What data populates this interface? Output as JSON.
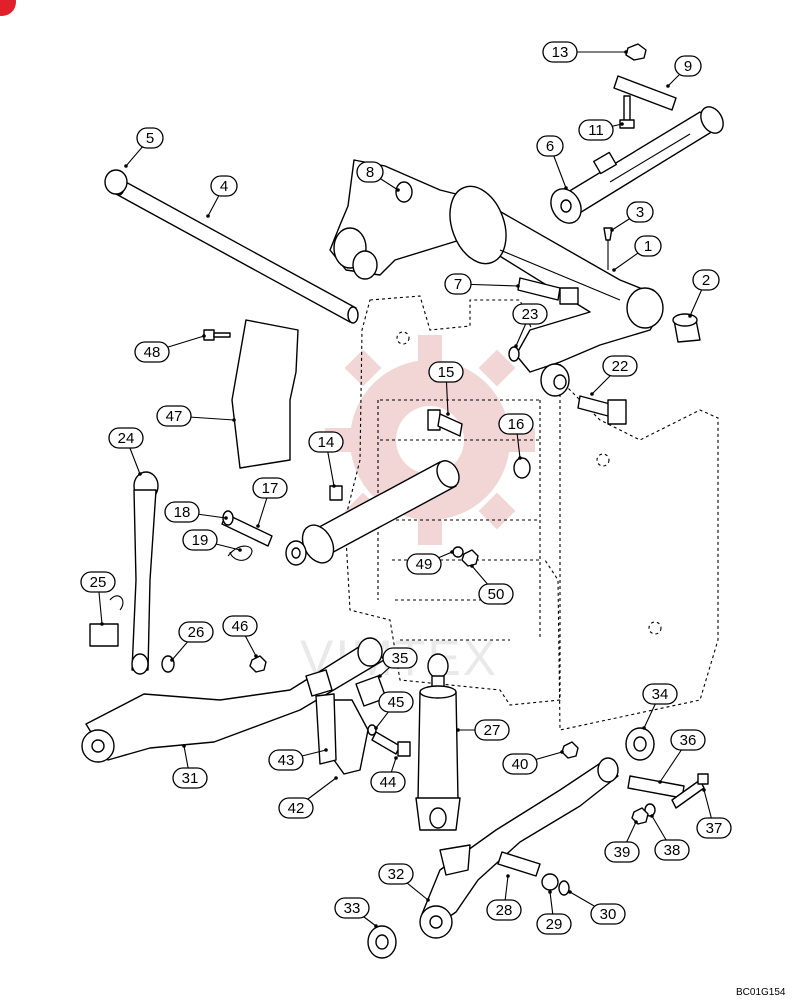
{
  "diagram": {
    "callouts": [
      {
        "n": "13"
      },
      {
        "n": "9"
      },
      {
        "n": "11"
      },
      {
        "n": "6"
      },
      {
        "n": "3"
      },
      {
        "n": "1"
      },
      {
        "n": "2"
      },
      {
        "n": "5"
      },
      {
        "n": "4"
      },
      {
        "n": "8"
      },
      {
        "n": "7"
      },
      {
        "n": "23"
      },
      {
        "n": "48"
      },
      {
        "n": "22"
      },
      {
        "n": "15"
      },
      {
        "n": "47"
      },
      {
        "n": "16"
      },
      {
        "n": "24"
      },
      {
        "n": "14"
      },
      {
        "n": "17"
      },
      {
        "n": "18"
      },
      {
        "n": "19"
      },
      {
        "n": "49"
      },
      {
        "n": "50"
      },
      {
        "n": "25"
      },
      {
        "n": "26"
      },
      {
        "n": "46"
      },
      {
        "n": "35"
      },
      {
        "n": "45"
      },
      {
        "n": "27"
      },
      {
        "n": "34"
      },
      {
        "n": "43"
      },
      {
        "n": "31"
      },
      {
        "n": "36"
      },
      {
        "n": "40"
      },
      {
        "n": "44"
      },
      {
        "n": "42"
      },
      {
        "n": "37"
      },
      {
        "n": "39"
      },
      {
        "n": "38"
      },
      {
        "n": "32"
      },
      {
        "n": "28"
      },
      {
        "n": "30"
      },
      {
        "n": "33"
      },
      {
        "n": "29"
      }
    ],
    "figure_code": "BC01G154",
    "watermark": "VIMTEX",
    "colors": {
      "line": "#000000",
      "watermark_red": "#e8b4b4",
      "badge": "#e0202a"
    }
  }
}
